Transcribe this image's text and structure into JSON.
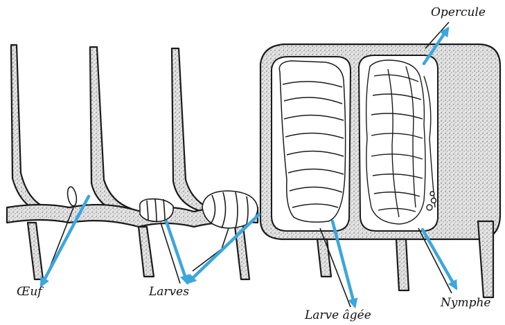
{
  "labels": {
    "opercule": "Opercule",
    "oeuf": "Œuf",
    "larves": "Larves",
    "larve_agee": "Larve âgée",
    "nymphe": "Nymphe"
  },
  "colors": {
    "arrow": "#3aa7dd",
    "ink": "#1a1a1a",
    "wax": "#d9d9d9",
    "background": "#ffffff"
  }
}
